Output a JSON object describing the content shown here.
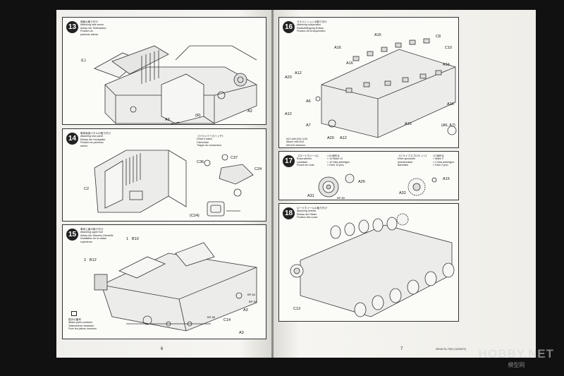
{
  "left_page": {
    "page_number": "6",
    "steps": [
      {
        "number": "13",
        "caption": "側板の取り付け\nAttaching side armor\nAnbau der Seitenwand\nFixation du\npanneau latéral",
        "labels": {
          "left": "(L)",
          "right": "(R)",
          "a3a": "A3",
          "a3b": "A3"
        }
      },
      {
        "number": "14",
        "caption": "車体後部パネルの取り付け\nAttaching rear panel\nEinbau der Heckplatte\nFixation du panneau\narrière",
        "hatch_caption": "《ドライバーズハッチ》\nDriver's hatch\nFahrerluke\nTrappe du conducteur",
        "labels": {
          "c36": "C36",
          "c37": "C37",
          "c24": "C24",
          "c24b": "(C24)",
          "c2": "C2"
        }
      },
      {
        "number": "15",
        "caption": "車体上面の取り付け\nAttaching upper hull\nAnbau der Wannen-Oberteils\nInstallation de la caisse\nsupérieure",
        "labels": {
          "b10": "B10",
          "b12": "B12",
          "sub1": "1",
          "sub2": "2",
          "c14": "C14",
          "a3": "A3",
          "a3b": "A3",
          "bp84a": "BP-84",
          "bp84b": "BP-84",
          "bp86": "BP-86"
        },
        "note": "指示の番号\nAttach parts numbers\nTeilenummer beachten\nFixer les pièces numéros"
      }
    ]
  },
  "right_page": {
    "page_number": "7",
    "page_code": "35248 SU-76M (11054872)",
    "steps": [
      {
        "number": "16",
        "caption": "サスペンションの取り付け\nAttaching suspension\nRadaufhängung-Einbau\nFixation de la suspension",
        "labels": {
          "a15": "A15",
          "c8": "C8",
          "a16a": "A16",
          "a16b": "A16",
          "a16c": "A16",
          "a16d": "A16",
          "a16e": "A16",
          "c10": "C10",
          "a20a": "A20",
          "a20b": "A20",
          "a12a": "A12",
          "a12b": "A12",
          "a12c": "A12",
          "a6": "A6",
          "a7": "A7",
          "a6a7": "(A6, A7)"
        },
        "note": "A12 with A16 / A15\nAttach with A16\nMit A16 anbauen"
      },
      {
        "number": "17",
        "caption": "《ロードホイール》\nRoad wheels\nLaufräder\nRoues de route",
        "caption2": "《ドライブスプロケット》\nDrive sprockets\nAntriebsräder\nBarbotins",
        "labels": {
          "a26": "A26",
          "a31": "A31",
          "bp80": "BP-80",
          "a15": "A15",
          "a32": "A32"
        },
        "qty1": "×10 個作る\n× 10 Make 10\n× 10 Satz anfertigen\n× Faire 10 jeux",
        "qty2": "×2 個作る\n× Make 2\n× 2 Satz anfertigen\n× Faire 2 jeux"
      },
      {
        "number": "18",
        "caption": "ロードホイールの取り付け\nAttaching wheels\nEinbau der Räder\nFixation des roues",
        "labels": {
          "c13": "C13"
        }
      }
    ]
  },
  "watermark": {
    "main": "HOBBY.NET",
    "sub": "模型网"
  }
}
